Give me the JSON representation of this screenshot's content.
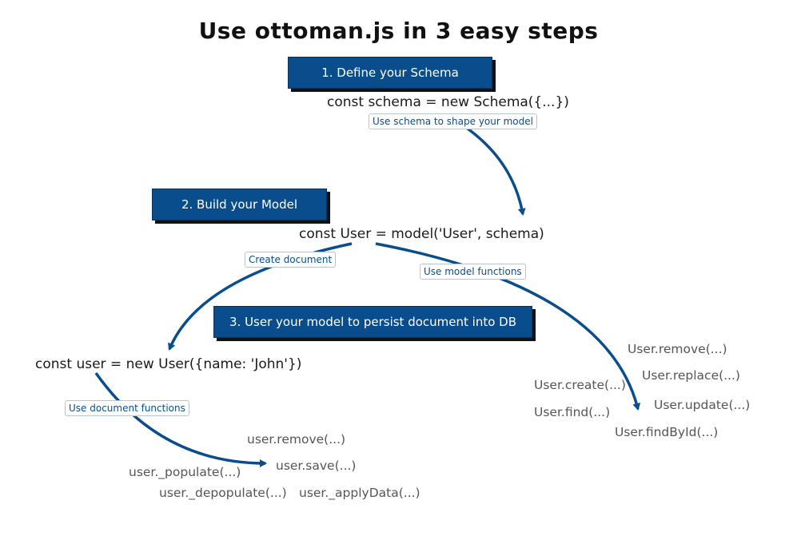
{
  "title": "Use ottoman.js in 3 easy steps",
  "steps": [
    {
      "label": "1. Define your Schema"
    },
    {
      "label": "2. Build your Model"
    },
    {
      "label": "3. User your model to persist document into DB"
    }
  ],
  "code": {
    "schema": "const schema = new Schema({...})",
    "model": "const User = model('User', schema)",
    "document": "const user = new User({name: 'John'})"
  },
  "edge_labels": {
    "schema_to_model": "Use schema to shape your model",
    "create_document": "Create document",
    "model_functions": "Use model functions",
    "document_functions": "Use document functions"
  },
  "model_functions": [
    "User.remove(...)",
    "User.replace(...)",
    "User.create(...)",
    "User.update(...)",
    "User.find(...)",
    "User.findById(...)"
  ],
  "document_functions": [
    "user.remove(...)",
    "user.save(...)",
    "user._populate(...)",
    "user._depopulate(...)",
    "user._applyData(...)"
  ],
  "colors": {
    "accent": "#0a4d8c",
    "shadow": "#111111",
    "function_text": "#555555"
  }
}
